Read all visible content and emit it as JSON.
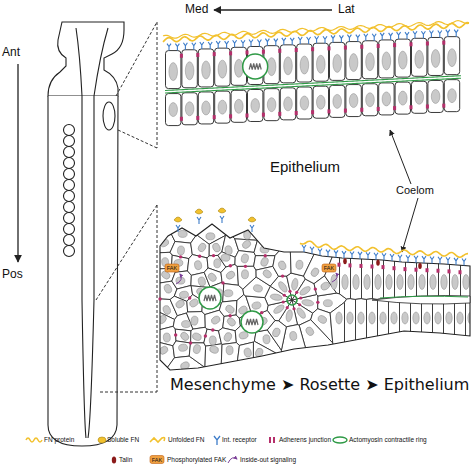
{
  "diagram": {
    "labels": [
      "Med",
      "Lat",
      "Ant",
      "Pos",
      "Epithelium",
      "Coelom",
      "FAK",
      "FAK",
      "Mesenchyme ➤ Rosette ➤ Epithelium",
      "FAK"
    ],
    "legend": [
      {
        "text": "FN protein"
      },
      {
        "text": "Soluble FN"
      },
      {
        "text": "Unfolded FN"
      },
      {
        "text": "Int. receptor"
      },
      {
        "text": "Adherens junction"
      },
      {
        "text": "Actomyosin contractile ring"
      },
      {
        "text": "Talin"
      },
      {
        "text": "Phosphorylated FAK"
      },
      {
        "text": "Inside-out signaling"
      }
    ]
  }
}
